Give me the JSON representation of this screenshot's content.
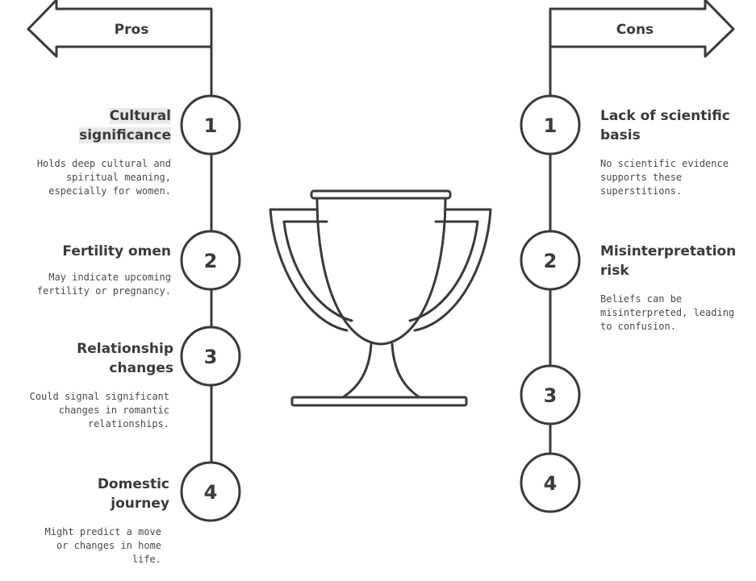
{
  "pros": {
    "header": "Pros",
    "items": [
      {
        "number": "1",
        "title": "Cultural significance",
        "description": "Holds deep cultural and spiritual meaning, especially for women."
      },
      {
        "number": "2",
        "title": "Fertility omen",
        "description": "May indicate upcoming fertility or pregnancy."
      },
      {
        "number": "3",
        "title": "Relationship changes",
        "description": "Could signal significant changes in romantic relationships."
      },
      {
        "number": "4",
        "title": "Domestic journey",
        "description": "Might predict a move or changes in home life."
      }
    ]
  },
  "cons": {
    "header": "Cons",
    "items": [
      {
        "number": "1",
        "title": "Lack of scientific basis",
        "description": "No scientific evidence supports these superstitions."
      },
      {
        "number": "2",
        "title": "Misinterpretation risk",
        "description": "Beliefs can be misinterpreted, leading to confusion."
      },
      {
        "number": "3",
        "title": "",
        "description": ""
      },
      {
        "number": "4",
        "title": "",
        "description": ""
      }
    ]
  },
  "icons": {
    "center": "trophy-icon",
    "pros_arrow": "left-arrow-sign-icon",
    "cons_arrow": "right-arrow-sign-icon"
  },
  "colors": {
    "stroke": "#3a3a3a",
    "background": "#ffffff",
    "highlight": "#e9e9e9"
  }
}
